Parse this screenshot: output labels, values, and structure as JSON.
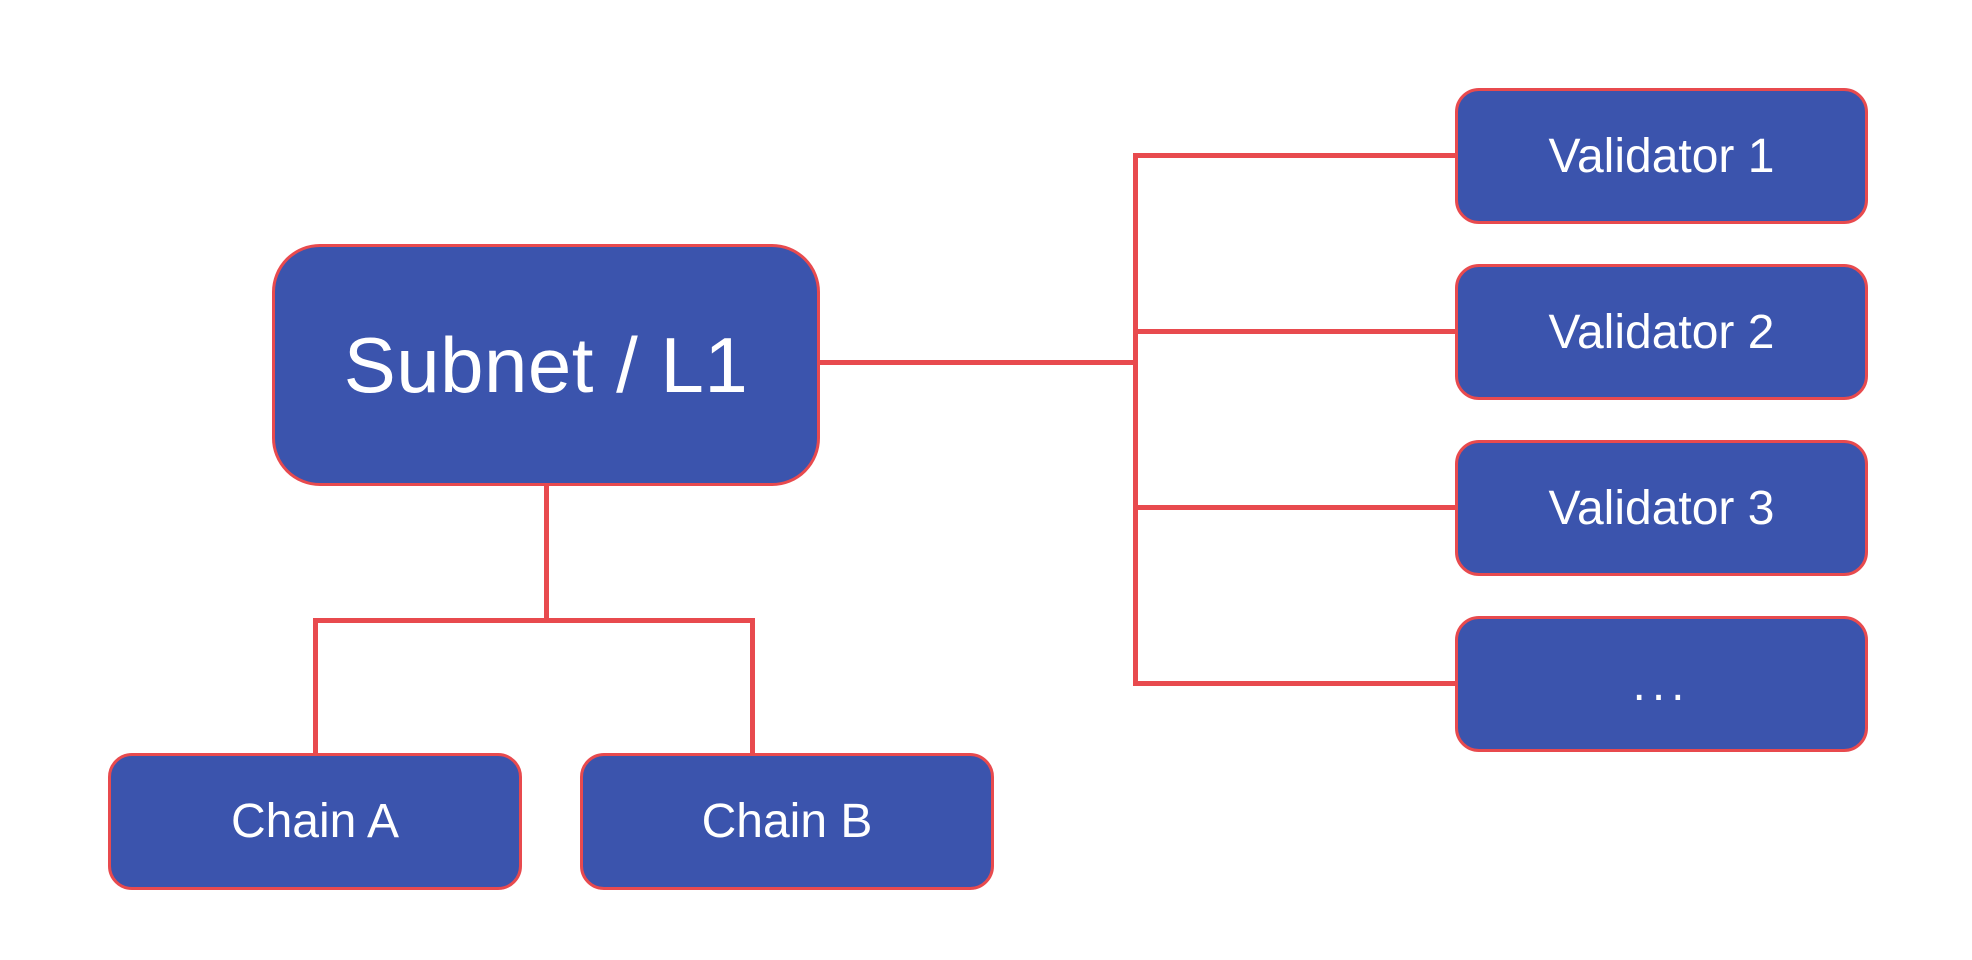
{
  "diagram": {
    "root": {
      "label": "Subnet / L1"
    },
    "chains": [
      {
        "label": "Chain A"
      },
      {
        "label": "Chain B"
      }
    ],
    "validators": [
      {
        "label": "Validator 1"
      },
      {
        "label": "Validator 2"
      },
      {
        "label": "Validator 3"
      },
      {
        "label": "..."
      }
    ]
  },
  "colors": {
    "background": "#FFFFFF",
    "node_fill": "#3B54AD",
    "node_border": "#E84A4E",
    "connector": "#E84A4E",
    "label_text": "#FFFFFF"
  }
}
